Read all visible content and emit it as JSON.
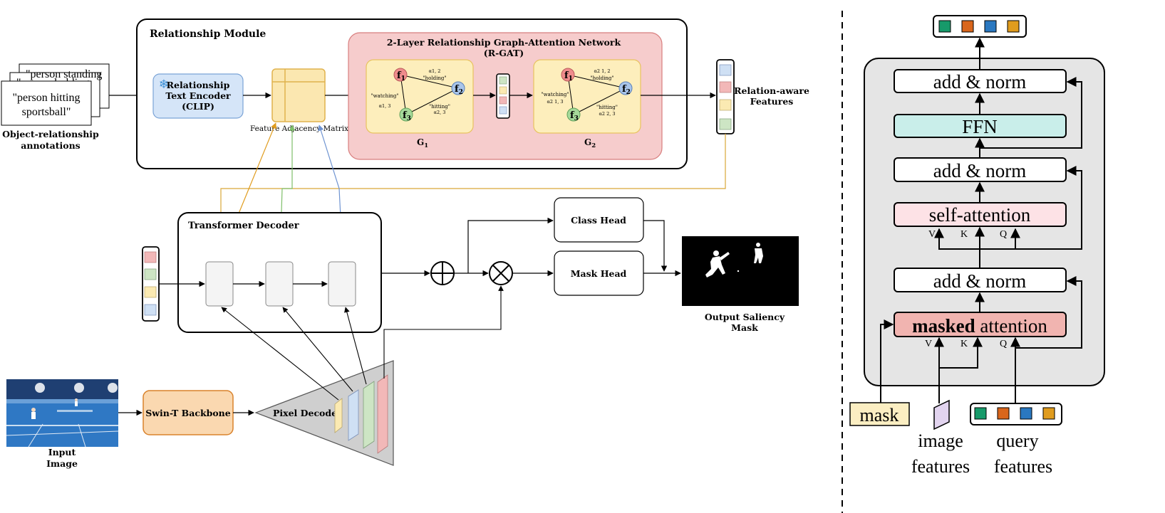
{
  "annotations": {
    "card_back_1": "\"person standing",
    "card_back_2": "\"person holding",
    "card_front_line1": "\"person hitting",
    "card_front_line2": "sportsball\"",
    "caption_line1": "Object-relationship",
    "caption_line2": "annotations"
  },
  "relationship_module": {
    "title": "Relationship Module",
    "text_encoder": {
      "line1": "Relationship",
      "line2": "Text Encoder",
      "line3": "(CLIP)"
    },
    "adjacency_label": "Feature Adjacency Matrix",
    "rgat": {
      "title_line1": "2-Layer Relationship Graph-Attention Network",
      "title_line2": "(R-GAT)",
      "graphs": [
        {
          "label": "G",
          "label_sub": "1",
          "nodes": [
            {
              "letter": "f",
              "sub": "1"
            },
            {
              "letter": "f",
              "sub": "2"
            },
            {
              "letter": "f",
              "sub": "3"
            }
          ],
          "edge_relations": {
            "top": "\"holding\"",
            "left": "\"watching\"",
            "bottom": "\"hitting\""
          },
          "edge_weights": {
            "top": "α1, 2",
            "left": "α1, 3",
            "bottom": "α2, 3"
          }
        },
        {
          "label": "G",
          "label_sub": "2",
          "nodes": [
            {
              "letter": "f",
              "sub": "1"
            },
            {
              "letter": "f",
              "sub": "2"
            },
            {
              "letter": "f",
              "sub": "3"
            }
          ],
          "edge_relations": {
            "top": "\"holding\"",
            "left": "\"watching\"",
            "bottom": "\"hitting\""
          },
          "edge_weights": {
            "top": "α2 1, 2",
            "left": "α2 1, 3",
            "bottom": "α2 2, 3"
          }
        }
      ]
    },
    "output_line1": "Relation-aware",
    "output_line2": "Features"
  },
  "decoder": {
    "title": "Transformer Decoder"
  },
  "heads": {
    "class": "Class Head",
    "mask": "Mask Head"
  },
  "output": {
    "line1": "Output Saliency",
    "line2": "Mask"
  },
  "input": {
    "line1": "Input",
    "line2": "Image"
  },
  "backbone": {
    "label": "Swin-T Backbone"
  },
  "pixel_decoder": {
    "label": "Pixel Decoder"
  },
  "ops": {
    "sum": "⊕",
    "product": "⊗"
  },
  "block": {
    "add_norm": "add & norm",
    "ffn": "FFN",
    "self_attention": "self-attention",
    "masked_bold": "masked",
    "masked_rest": " attention",
    "v": "V",
    "k": "K",
    "q": "Q",
    "mask_label": "mask",
    "image_features_line1": "image",
    "image_features_line2": "features",
    "query_features_line1": "query",
    "query_features_line2": "features"
  },
  "colors": {
    "feature_red": "#f2b8b8",
    "feature_green": "#cde5c4",
    "feature_yellow": "#fbeab2",
    "feature_blue": "#cfe0f4",
    "token_green": "#179a6a",
    "token_orange": "#d9661c",
    "token_blue": "#2a78c0",
    "token_gold": "#e09c1e",
    "rgat_bg": "#f6cccc",
    "graph_bg": "#fdeebc",
    "encoder_bg": "#d5e5f8",
    "backbone_bg": "#fad8b0",
    "ffn_bg": "#c9eeea",
    "self_attn_bg": "#fde2e6",
    "masked_attn_bg": "#f1b4b0",
    "block_bg": "#e5e5e5",
    "mask_bg": "#fbeec2"
  }
}
